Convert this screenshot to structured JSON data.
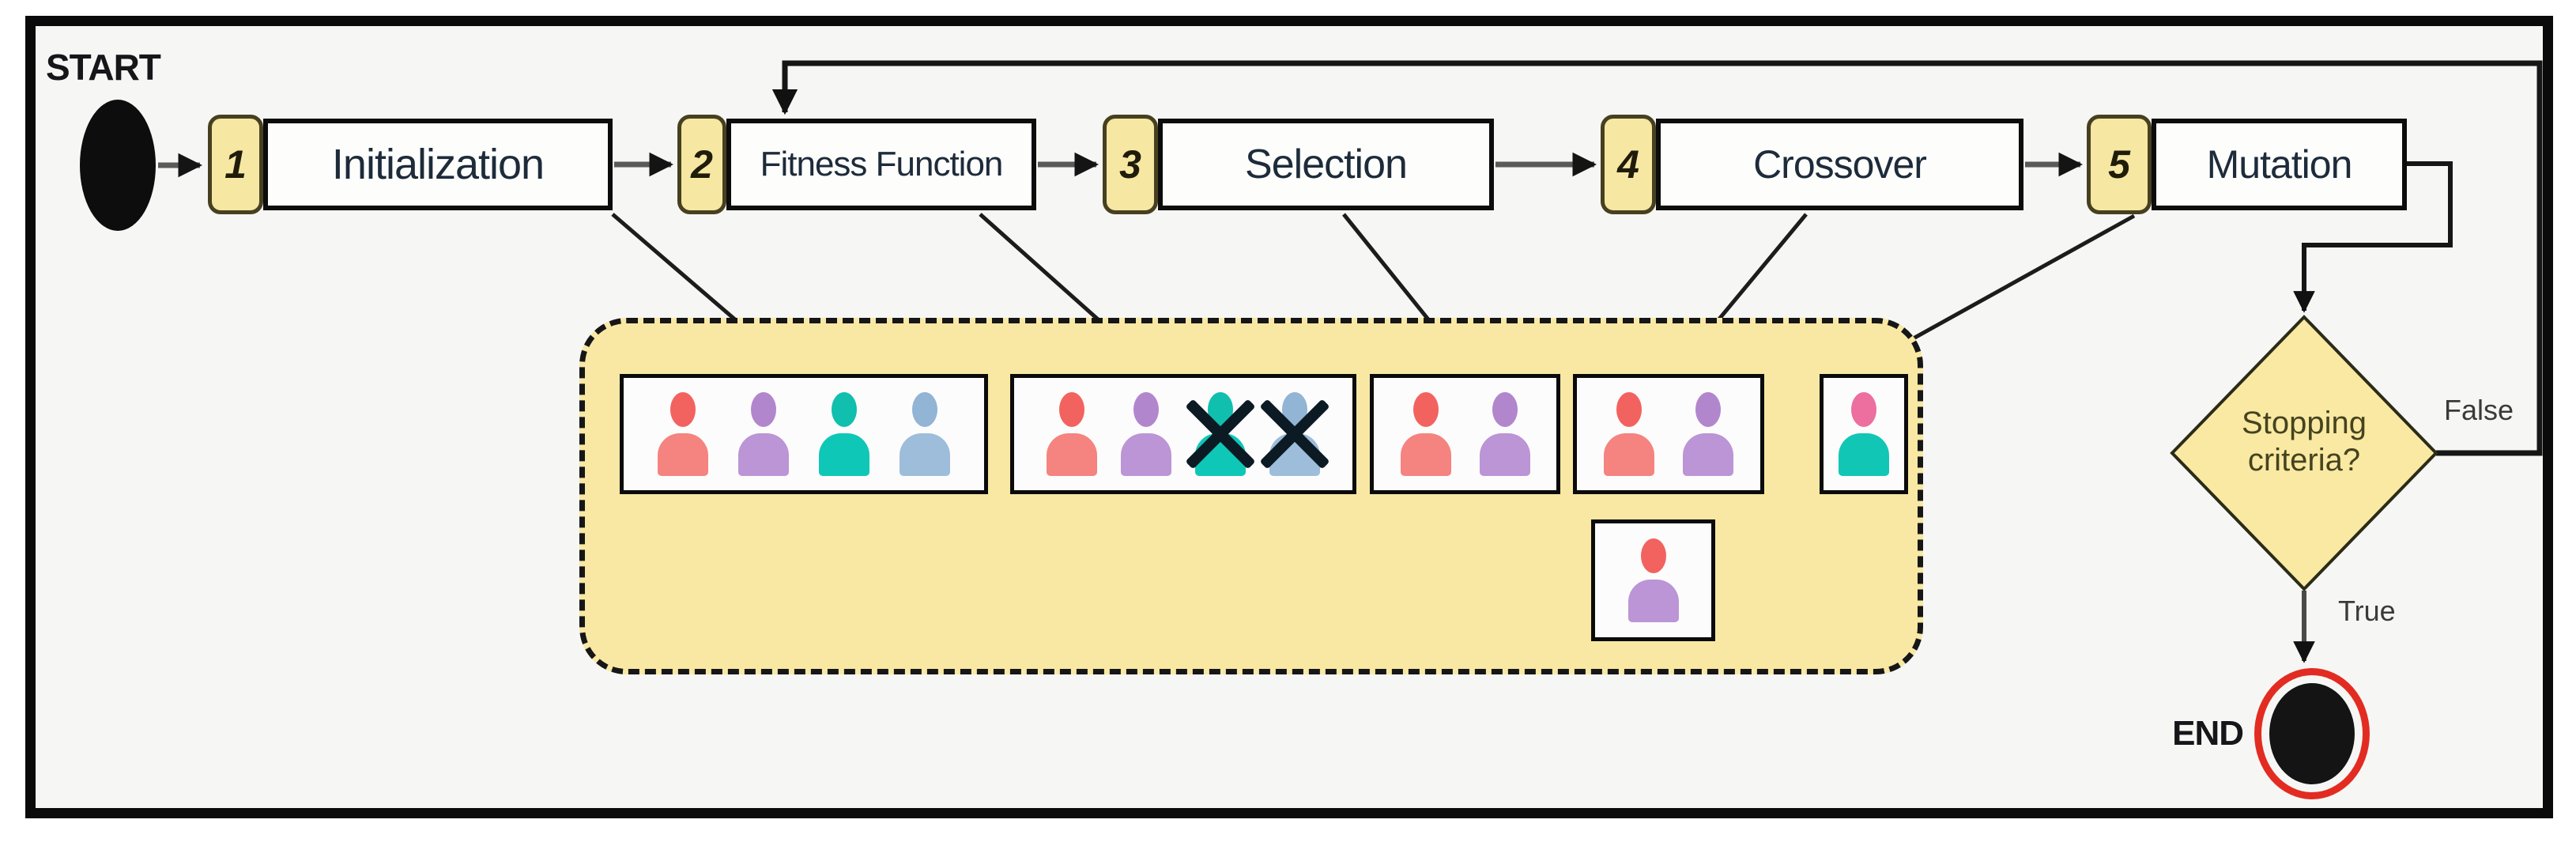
{
  "start": {
    "label": "START"
  },
  "end": {
    "label": "END"
  },
  "steps": [
    {
      "num": "1",
      "label": "Initialization"
    },
    {
      "num": "2",
      "label": "Fitness Function"
    },
    {
      "num": "3",
      "label": "Selection"
    },
    {
      "num": "4",
      "label": "Crossover"
    },
    {
      "num": "5",
      "label": "Mutation"
    }
  ],
  "decision": {
    "line1": "Stopping",
    "line2": "criteria?",
    "false_label": "False",
    "true_label": "True"
  },
  "flow": {
    "sequence": [
      "START",
      "Initialization",
      "Fitness Function",
      "Selection",
      "Crossover",
      "Mutation",
      "Stopping criteria?"
    ],
    "false_branch_target": "Fitness Function",
    "true_branch_target": "END"
  },
  "population": {
    "groups": [
      {
        "id": "initial",
        "source_step": "Initialization",
        "persons": [
          {
            "head": "#f2635f",
            "body": "#f5837f",
            "crossed": false
          },
          {
            "head": "#b286cd",
            "body": "#bb95d6",
            "crossed": false
          },
          {
            "head": "#10bfae",
            "body": "#0fc7b6",
            "crossed": false
          },
          {
            "head": "#92b4d5",
            "body": "#9dbdda",
            "crossed": false
          }
        ]
      },
      {
        "id": "evaluated",
        "source_step": "Fitness Function",
        "persons": [
          {
            "head": "#f2635f",
            "body": "#f5837f",
            "crossed": false
          },
          {
            "head": "#b286cd",
            "body": "#bb95d6",
            "crossed": false
          },
          {
            "head": "#10bfae",
            "body": "#0fc7b6",
            "crossed": true
          },
          {
            "head": "#92b4d5",
            "body": "#9dbdda",
            "crossed": true
          }
        ]
      },
      {
        "id": "selected",
        "source_step": "Selection",
        "persons": [
          {
            "head": "#f2635f",
            "body": "#f5837f",
            "crossed": false
          },
          {
            "head": "#b286cd",
            "body": "#bb95d6",
            "crossed": false
          }
        ]
      },
      {
        "id": "parents",
        "source_step": "Crossover",
        "persons": [
          {
            "head": "#f2635f",
            "body": "#f5837f",
            "crossed": false
          },
          {
            "head": "#b286cd",
            "body": "#bb95d6",
            "crossed": false
          }
        ]
      },
      {
        "id": "offspring",
        "source_step": "Crossover",
        "persons": [
          {
            "head": "#f2635f",
            "body": "#bb95d6",
            "crossed": false
          }
        ]
      },
      {
        "id": "mutated",
        "source_step": "Mutation",
        "persons": [
          {
            "head": "#ec6f9f",
            "body": "#12c6b5",
            "crossed": false
          }
        ]
      }
    ]
  },
  "colors": {
    "frame_border": "#0a0a0a",
    "canvas_bg": "#f6f6f4",
    "step_tab_fill": "#f6e7a2",
    "step_tab_border": "#474020",
    "step_box_fill": "#fdfdfc",
    "step_text": "#1d2b3a",
    "population_fill": "#f8e8a4",
    "diamond_fill": "#f9e9a2",
    "diamond_text": "#45431f",
    "end_ring": "#e22c22",
    "node_fill": "#0d0d0d",
    "person_red": "#f5837f",
    "person_purple": "#bb95d6",
    "person_teal": "#0fc7b6",
    "person_blue": "#9dbdda",
    "person_pink_head": "#ec6f9f",
    "x_mark": "#0c1a24"
  }
}
